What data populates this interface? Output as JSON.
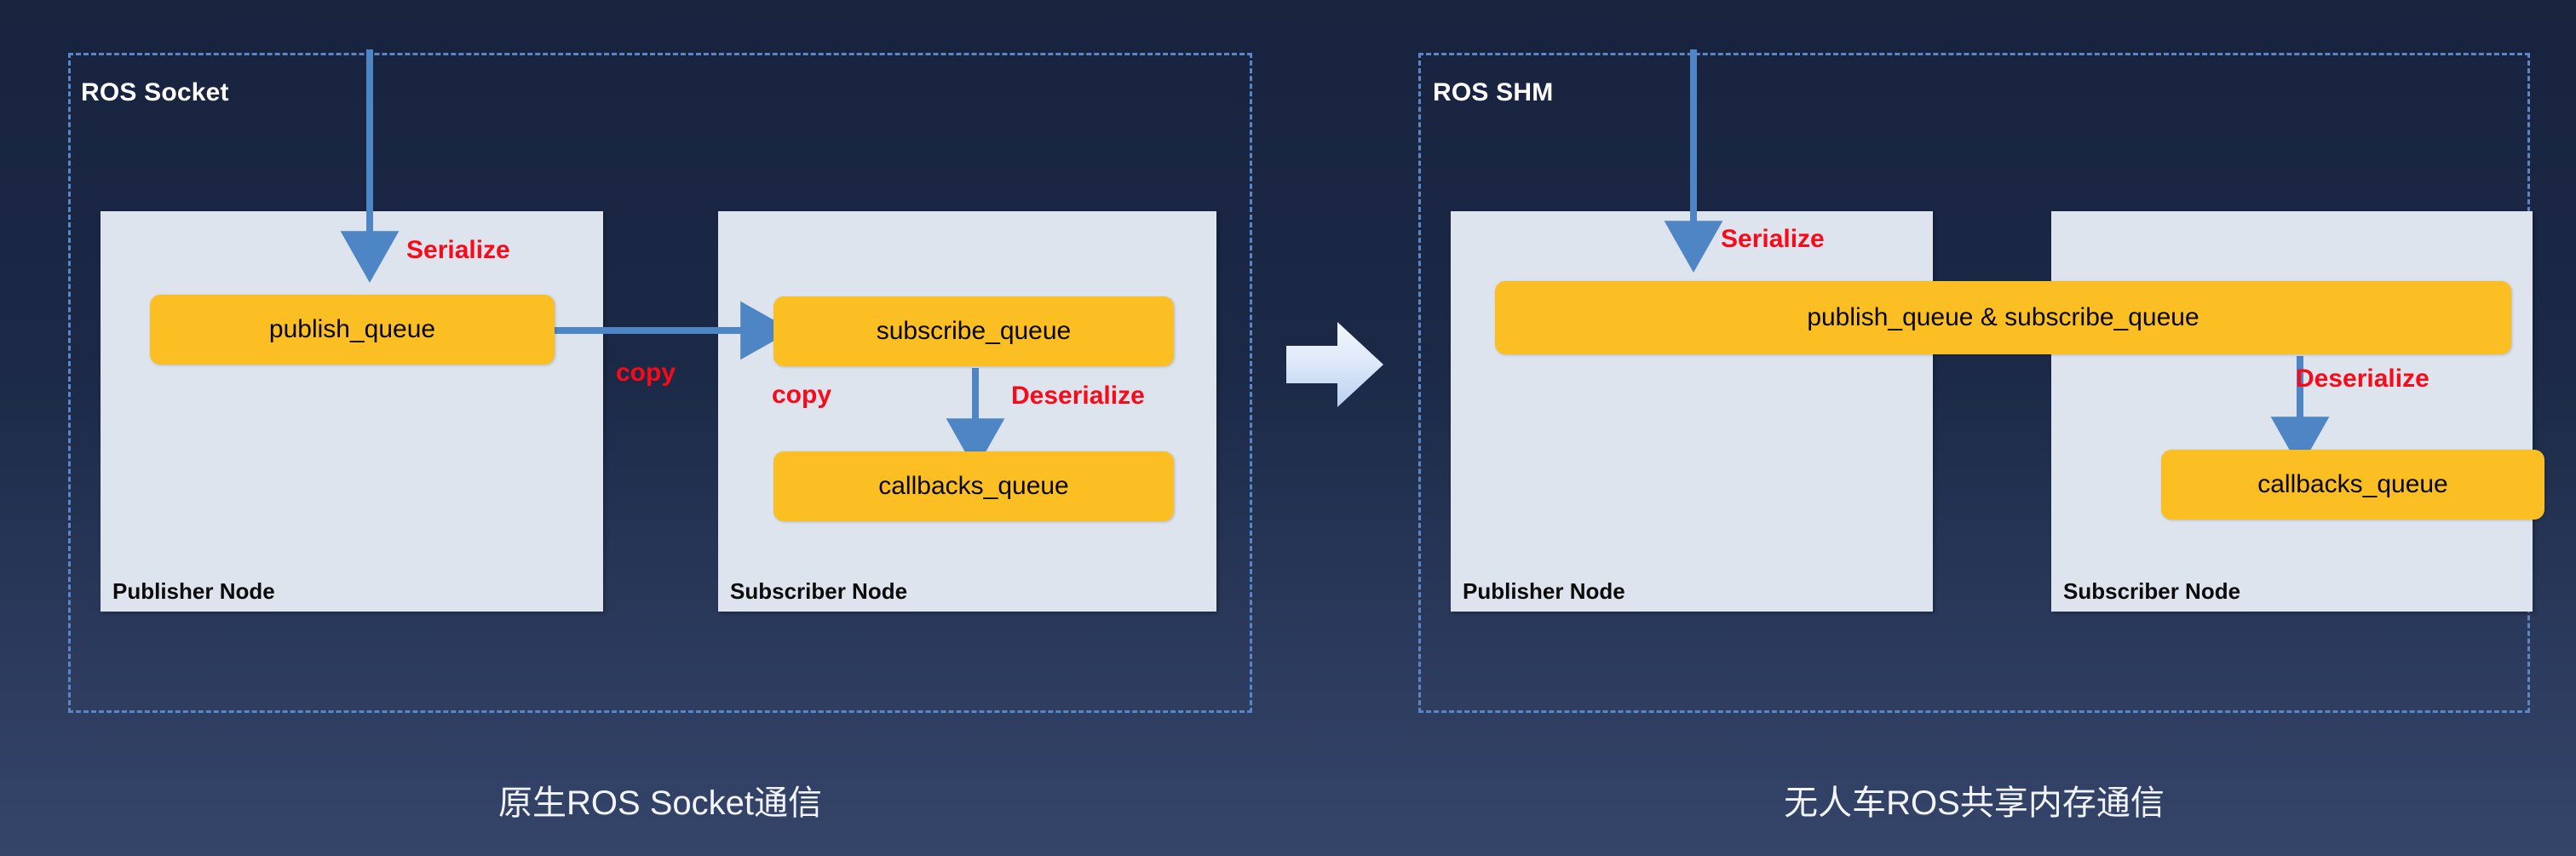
{
  "figure": {
    "background_color": "#1b2947",
    "accent_blue": "#4e85c5",
    "dashed_border_color": "#5a86c4",
    "node_fill": "#dde4ed",
    "queue_fill": "#fbbf24",
    "process_label_color": "#fa0a19",
    "caption_color": "#f2f4f8"
  },
  "panels": [
    {
      "id": "ros-socket",
      "domain_title": "ROS Socket",
      "caption": "原生ROS Socket通信",
      "nodes": [
        {
          "id": "publisher",
          "label": "Publisher Node",
          "queues": [
            {
              "id": "publish-queue",
              "label": "publish_queue"
            }
          ]
        },
        {
          "id": "subscriber",
          "label": "Subscriber Node",
          "queues": [
            {
              "id": "subscribe-queue",
              "label": "subscribe_queue"
            },
            {
              "id": "callbacks-queue",
              "label": "callbacks_queue"
            }
          ]
        }
      ],
      "process_labels": [
        {
          "id": "serialize",
          "text": "Serialize"
        },
        {
          "id": "copy-left",
          "text": "copy"
        },
        {
          "id": "copy-right",
          "text": "copy"
        },
        {
          "id": "deserialize",
          "text": "Deserialize"
        }
      ]
    },
    {
      "id": "ros-shm",
      "domain_title": "ROS SHM",
      "caption": "无人车ROS共享内存通信",
      "nodes": [
        {
          "id": "publisher",
          "label": "Publisher Node",
          "queues": []
        },
        {
          "id": "subscriber",
          "label": "Subscriber Node",
          "queues": [
            {
              "id": "callbacks-queue",
              "label": "callbacks_queue"
            }
          ]
        }
      ],
      "shared_queue": {
        "id": "shared-queue",
        "label": "publish_queue & subscribe_queue"
      },
      "process_labels": [
        {
          "id": "serialize",
          "text": "Serialize"
        },
        {
          "id": "deserialize",
          "text": "Deserialize"
        }
      ]
    }
  ],
  "transition": {
    "id": "transition-arrow",
    "direction": "right"
  }
}
